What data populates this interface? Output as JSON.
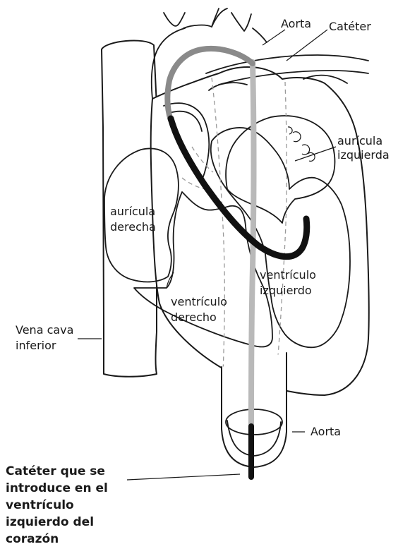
{
  "labels": {
    "aorta_top": "Aorta",
    "cateter_top": "Catéter",
    "auricula_izquierda_1": "aurícula",
    "auricula_izquierda_2": "izquierda",
    "auricula_derecha_1": "aurícula",
    "auricula_derecha_2": "derecha",
    "ventriculo_izquierdo_1": "ventrículo",
    "ventriculo_izquierdo_2": "izquierdo",
    "ventriculo_derecho_1": "ventrículo",
    "ventriculo_derecho_2": "derecho",
    "vena_cava_1": "Vena cava",
    "vena_cava_2": "inferior",
    "aorta_bottom": "Aorta"
  },
  "caption": {
    "line1": "Catéter que se",
    "line2": "introduce en el",
    "line3_bold": "ventrículo",
    "line4_bold": "izquierdo",
    "line4_normal": " del",
    "line5": "corazón"
  },
  "colors": {
    "outline": "#1a1a1a",
    "catheter_dark": "#111111",
    "catheter_mid": "#8a8a8a",
    "catheter_light": "#b9b9b9",
    "background": "#ffffff"
  }
}
